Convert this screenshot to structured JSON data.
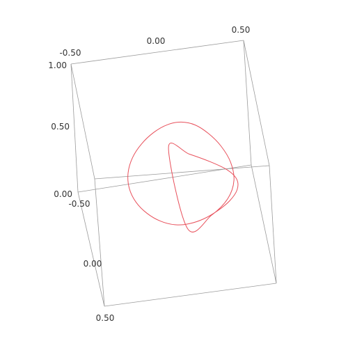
{
  "chart_data": {
    "type": "line",
    "projection": "3d",
    "title": "",
    "xlabel": "",
    "ylabel": "",
    "zlabel": "",
    "xlim": [
      -0.5,
      0.5
    ],
    "ylim": [
      -0.5,
      0.5
    ],
    "zlim": [
      0.0,
      1.0
    ],
    "grid": false,
    "series": [
      {
        "color": "#e8505b",
        "x": [
          0,
          0.143,
          0.25,
          0.304,
          0.307,
          0.275,
          0.225,
          0.167,
          0.101,
          0.029,
          -0.048,
          -0.124,
          -0.188,
          -0.231,
          -0.245,
          -0.229,
          -0.188,
          -0.129,
          -0.06,
          0.014,
          0.095,
          0.18,
          0.26,
          0.319,
          0.337,
          0.305,
          0.228,
          0.125,
          0.021
        ],
        "y": [
          0.5,
          0.476,
          0.407,
          0.296,
          0.154,
          0,
          -0.154,
          -0.296,
          -0.407,
          -0.476,
          -0.5,
          -0.476,
          -0.407,
          -0.296,
          -0.154,
          0,
          0.154,
          0.296,
          0.407,
          0.476,
          0.5,
          0.476,
          0.407,
          0.296,
          0.154,
          0,
          -0.154,
          -0.296,
          -0.407
        ],
        "z": [
          0.5,
          0.552,
          0.598,
          0.63,
          0.645,
          0.64,
          0.612,
          0.565,
          0.502,
          0.435,
          0.37,
          0.318,
          0.285,
          0.273,
          0.283,
          0.31,
          0.352,
          0.404,
          0.46,
          0.514,
          0.556,
          0.58,
          0.579,
          0.553,
          0.505,
          0.447,
          0.39,
          0.346,
          0.32
        ]
      }
    ],
    "ticks": [
      {
        "axis": "x",
        "label": "-0.50"
      },
      {
        "axis": "x",
        "label": "0.00"
      },
      {
        "axis": "x",
        "label": "0.50"
      },
      {
        "axis": "z",
        "label": "1.00"
      },
      {
        "axis": "z",
        "label": "0.50"
      },
      {
        "axis": "z",
        "label": "0.00"
      },
      {
        "axis": "y",
        "label": "-0.50"
      },
      {
        "axis": "y",
        "label": "0.00"
      },
      {
        "axis": "y",
        "label": "0.50"
      }
    ]
  }
}
